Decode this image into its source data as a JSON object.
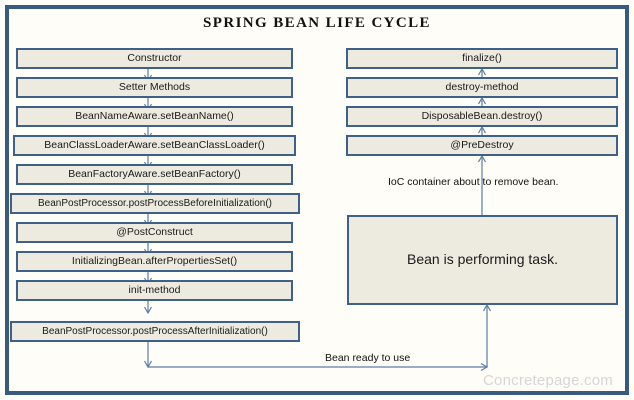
{
  "diagram": {
    "title": "SPRING BEAN LIFE CYCLE",
    "watermark": "Concretepage.com",
    "colors": {
      "frame_border": "#3a5b80",
      "node_fill": "#edeae0",
      "node_border": "#3f6189",
      "connector": "#5b7fa6",
      "page_background": "#fffdf7",
      "text": "#1a1a1a",
      "watermark_text": "#d6d6d6"
    }
  },
  "left_column": {
    "name": "initialization-phase",
    "flow_direction": "downward",
    "nodes": [
      {
        "id": "constructor",
        "label": "Constructor"
      },
      {
        "id": "setter-methods",
        "label": "Setter Methods"
      },
      {
        "id": "bean-name-aware",
        "label": "BeanNameAware.setBeanName()"
      },
      {
        "id": "bean-class-loader-aware",
        "label": "BeanClassLoaderAware.setBeanClassLoader()"
      },
      {
        "id": "bean-factory-aware",
        "label": "BeanFactoryAware.setBeanFactory()"
      },
      {
        "id": "post-process-before-initialization",
        "label": "BeanPostProcessor.postProcessBeforeInitialization()"
      },
      {
        "id": "post-construct",
        "label": "@PostConstruct"
      },
      {
        "id": "initializing-bean",
        "label": "InitializingBean.afterPropertiesSet()"
      },
      {
        "id": "init-method",
        "label": "init-method"
      },
      {
        "id": "post-process-after-initialization",
        "label": "BeanPostProcessor.postProcessAfterInitialization()"
      }
    ]
  },
  "right_column": {
    "name": "destruction-phase",
    "flow_direction": "upward",
    "nodes": [
      {
        "id": "finalize",
        "label": "finalize()"
      },
      {
        "id": "destroy-method",
        "label": "destroy-method"
      },
      {
        "id": "disposable-bean",
        "label": "DisposableBean.destroy()"
      },
      {
        "id": "pre-destroy",
        "label": "@PreDestroy"
      }
    ]
  },
  "annotations": {
    "ioc_remove": "IoC container about to remove bean.",
    "bean_ready": "Bean ready to use"
  },
  "active_node": {
    "id": "bean-performing-task",
    "label": "Bean is performing task."
  }
}
